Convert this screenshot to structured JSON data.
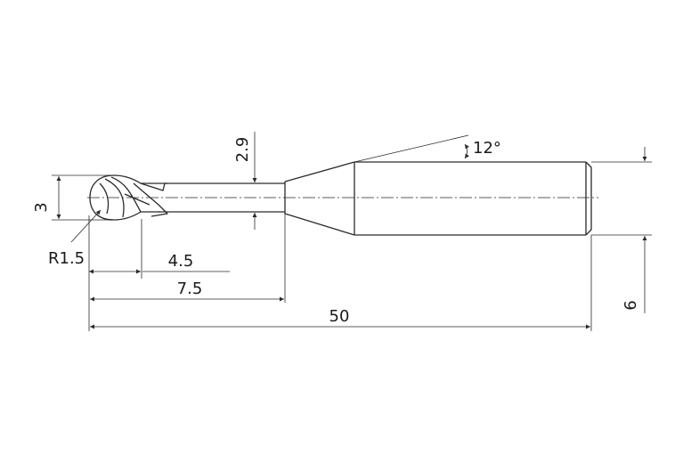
{
  "dimensions": {
    "ball_diameter": "3",
    "ball_radius": "R1.5",
    "neck_diameter": "2.9",
    "flute_length": "4.5",
    "neck_length": "7.5",
    "overall_length": "50",
    "shank_diameter": "6",
    "taper_angle": "12°"
  }
}
